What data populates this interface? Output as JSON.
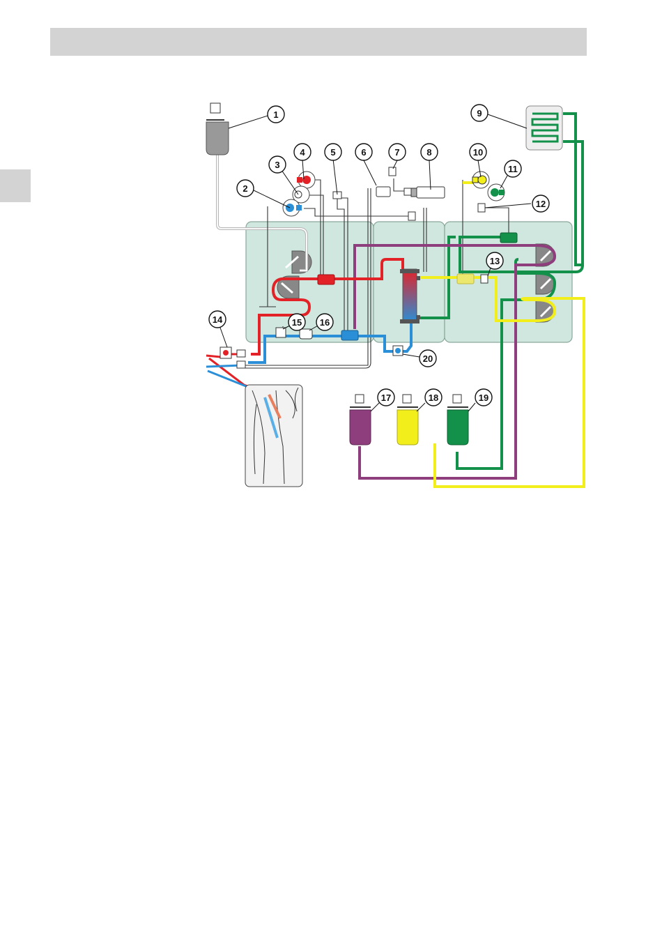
{
  "header": {
    "title": ""
  },
  "side_tab": {
    "label": ""
  },
  "diagram": {
    "callouts": [
      {
        "id": "1",
        "label": "1"
      },
      {
        "id": "2",
        "label": "2"
      },
      {
        "id": "3",
        "label": "3"
      },
      {
        "id": "4",
        "label": "4"
      },
      {
        "id": "5",
        "label": "5"
      },
      {
        "id": "6",
        "label": "6"
      },
      {
        "id": "7",
        "label": "7"
      },
      {
        "id": "8",
        "label": "8"
      },
      {
        "id": "9",
        "label": "9"
      },
      {
        "id": "10",
        "label": "10"
      },
      {
        "id": "11",
        "label": "11"
      },
      {
        "id": "12",
        "label": "12"
      },
      {
        "id": "13",
        "label": "13"
      },
      {
        "id": "14",
        "label": "14"
      },
      {
        "id": "15",
        "label": "15"
      },
      {
        "id": "16",
        "label": "16"
      },
      {
        "id": "17",
        "label": "17"
      },
      {
        "id": "18",
        "label": "18"
      },
      {
        "id": "19",
        "label": "19"
      },
      {
        "id": "20",
        "label": "20"
      }
    ],
    "colors": {
      "panel": "#cfe7de",
      "panel_border": "#8aa79b",
      "arterial": "#e32227",
      "venous": "#2a8fd6",
      "effluent": "#8e3e7d",
      "dialysate": "#f2ee1c",
      "replacement": "#13914a",
      "grey_line": "#b8b8b8"
    }
  }
}
